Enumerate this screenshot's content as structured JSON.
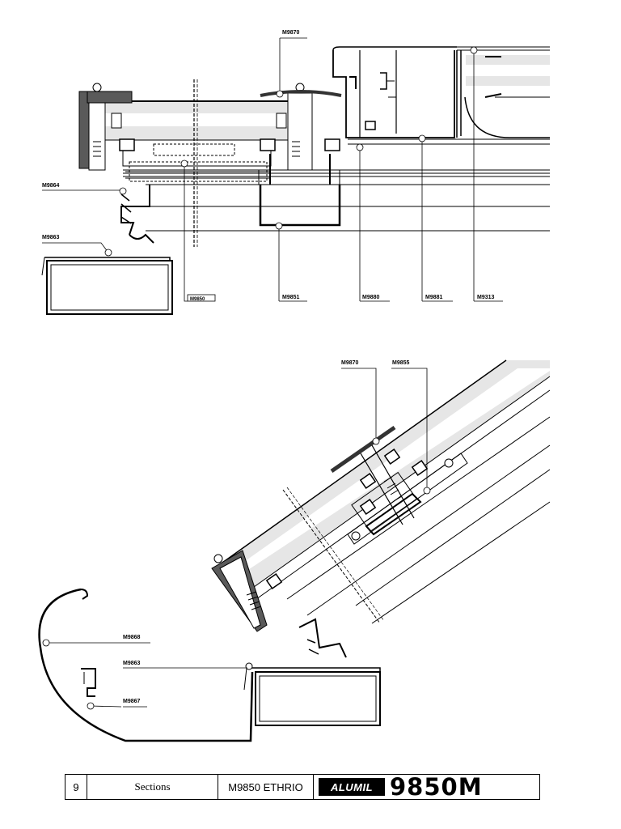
{
  "top_section": {
    "labels": [
      "M9870",
      "M9864",
      "M9863",
      "M9850",
      "M9851",
      "M9880",
      "M9881",
      "M9313"
    ]
  },
  "bottom_section": {
    "labels": [
      "M9870",
      "M9855",
      "M9868",
      "M9863",
      "M9867"
    ]
  },
  "footer": {
    "page": "9",
    "section": "Sections",
    "product": "M9850 ETHRIO",
    "brand": "ALUMIL",
    "series": "9850M"
  },
  "colors": {
    "line": "#000000",
    "glass": "#e6e6e6",
    "seal": "#5a5a5a"
  }
}
